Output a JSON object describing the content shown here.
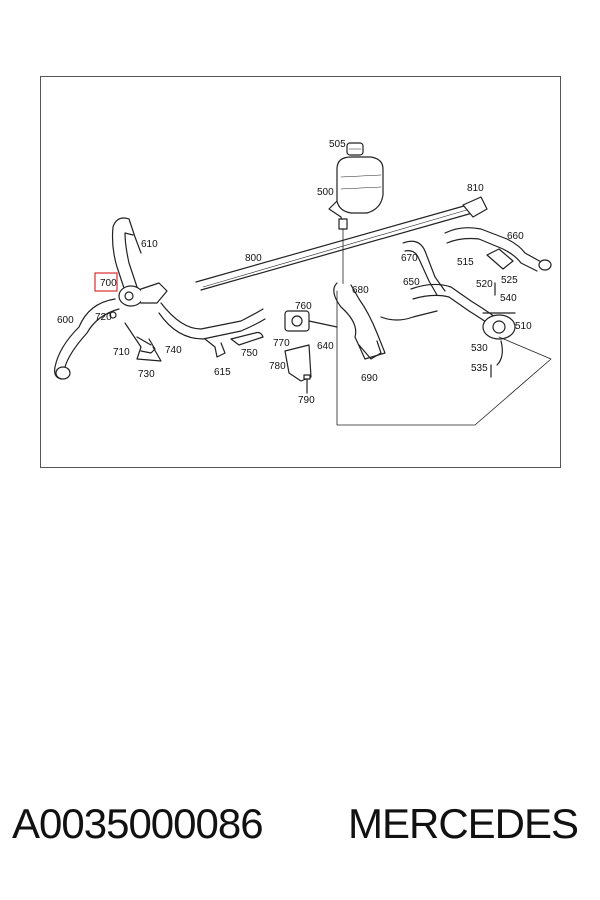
{
  "diagram": {
    "highlighted_part": "700",
    "highlight_color": "#d93030",
    "callouts": [
      {
        "id": "505",
        "label": "505"
      },
      {
        "id": "500",
        "label": "500"
      },
      {
        "id": "810",
        "label": "810"
      },
      {
        "id": "610",
        "label": "610"
      },
      {
        "id": "800",
        "label": "800"
      },
      {
        "id": "660",
        "label": "660"
      },
      {
        "id": "670",
        "label": "670"
      },
      {
        "id": "515",
        "label": "515"
      },
      {
        "id": "525",
        "label": "525"
      },
      {
        "id": "520",
        "label": "520"
      },
      {
        "id": "540",
        "label": "540"
      },
      {
        "id": "650",
        "label": "650"
      },
      {
        "id": "680",
        "label": "680"
      },
      {
        "id": "700",
        "label": "700"
      },
      {
        "id": "720",
        "label": "720"
      },
      {
        "id": "600",
        "label": "600"
      },
      {
        "id": "760",
        "label": "760"
      },
      {
        "id": "510",
        "label": "510"
      },
      {
        "id": "710",
        "label": "710"
      },
      {
        "id": "740",
        "label": "740"
      },
      {
        "id": "750",
        "label": "750"
      },
      {
        "id": "770",
        "label": "770"
      },
      {
        "id": "640",
        "label": "640"
      },
      {
        "id": "530",
        "label": "530"
      },
      {
        "id": "730",
        "label": "730"
      },
      {
        "id": "615",
        "label": "615"
      },
      {
        "id": "780",
        "label": "780"
      },
      {
        "id": "690",
        "label": "690"
      },
      {
        "id": "535",
        "label": "535"
      },
      {
        "id": "790",
        "label": "790"
      }
    ]
  },
  "footer": {
    "part_number": "A0035000086",
    "brand": "MERCEDES"
  }
}
